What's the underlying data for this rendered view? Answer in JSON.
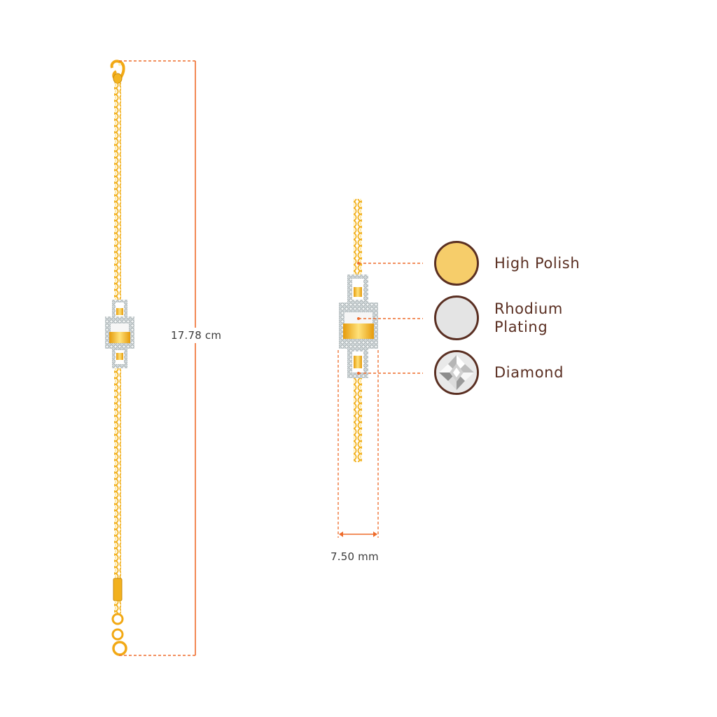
{
  "dimensions": {
    "length": "17.78 cm",
    "width": "7.50 mm"
  },
  "legend": [
    {
      "label": "High Polish",
      "color": "#f6cd6a",
      "icon": "high-polish-swatch"
    },
    {
      "label": "Rhodium Plating",
      "color": "#e4e4e4",
      "icon": "rhodium-plating-swatch"
    },
    {
      "label": "Diamond",
      "color": "#ffffff",
      "icon": "diamond-swatch"
    }
  ],
  "colors": {
    "gold": "#f5b521",
    "gold_dark": "#d8960f",
    "silver": "#c9cfd1",
    "measure_line": "#ee6b2a",
    "legend_border": "#5a2f22",
    "legend_text": "#5a2f22"
  }
}
